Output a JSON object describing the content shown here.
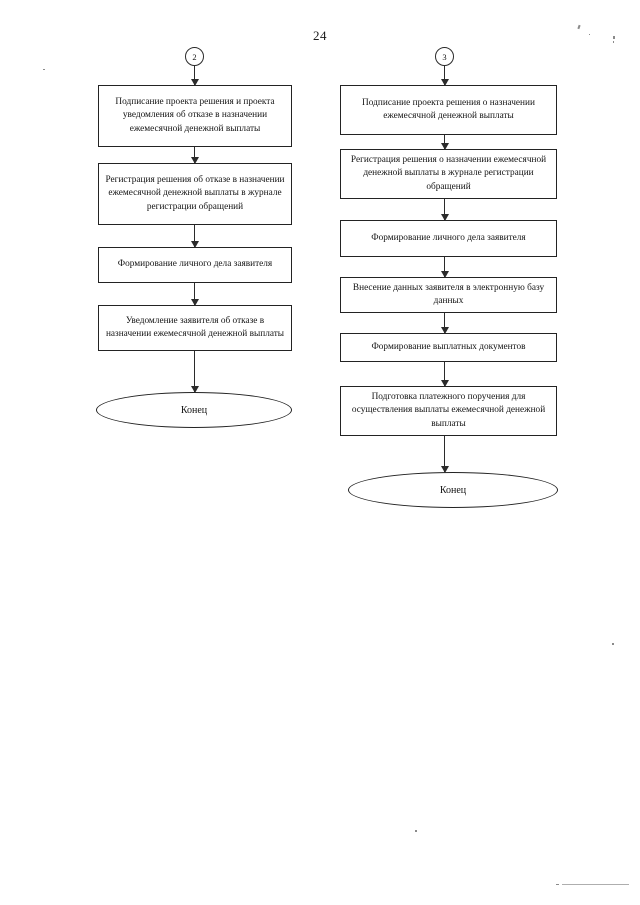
{
  "page": {
    "number": "24"
  },
  "left_column": {
    "connector": {
      "label": "2",
      "name": "connector-2"
    },
    "nodes": [
      {
        "text": "Подписание проекта решения и проекта уведомления об отказе  в назначении ежемесячной денежной выплаты"
      },
      {
        "text": "Регистрация решения об отказе  в назначении ежемесячной денежной выплаты в журнале регистрации обращений"
      },
      {
        "text": "Формирование личного дела заявителя"
      },
      {
        "text": "Уведомление заявителя об отказе  в назначении ежемесячной денежной выплаты"
      }
    ],
    "terminator": {
      "label": "Конец"
    }
  },
  "right_column": {
    "connector": {
      "label": "3",
      "name": "connector-3"
    },
    "nodes": [
      {
        "text": "Подписание проекта решения о назначении ежемесячной денежной выплаты"
      },
      {
        "text": "Регистрация решения о назначении ежемесячной денежной выплаты  в журнале регистрации обращений"
      },
      {
        "text": "Формирование личного дела заявителя"
      },
      {
        "text": "Внесение данных заявителя в электронную базу данных"
      },
      {
        "text": "Формирование выплатных документов"
      },
      {
        "text": "Подготовка платежного поручения для осуществления выплаты ежемесячной денежной выплаты"
      }
    ],
    "terminator": {
      "label": "Конец"
    }
  },
  "colors": {
    "ink": "#141414",
    "line": "#2b2b2b",
    "paper": "#ffffff"
  }
}
